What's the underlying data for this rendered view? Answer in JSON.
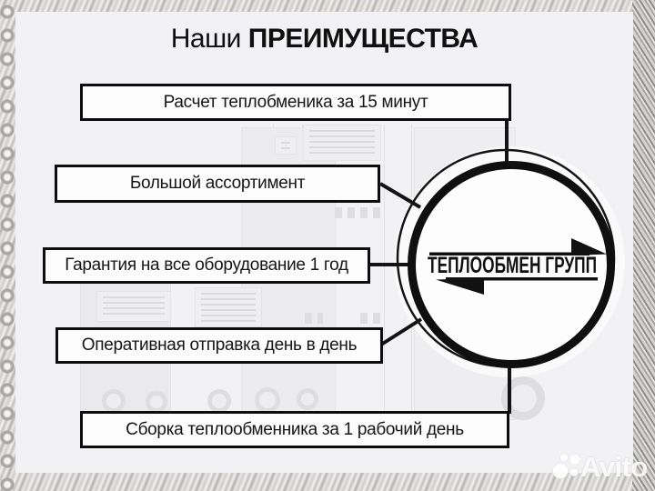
{
  "title": {
    "prefix": "Наши",
    "emphasis": "ПРЕИМУЩЕСТВА"
  },
  "advantages": [
    {
      "label": "Расчет теплобменика за 15 минут"
    },
    {
      "label": "Большой ассортимент"
    },
    {
      "label": "Гарантия на все оборудование 1 год"
    },
    {
      "label": "Оперативная отправка день в день"
    },
    {
      "label": "Сборка теплообменника за 1 рабочий день"
    }
  ],
  "logo": {
    "name": "ТЕПЛООБМЕН ГРУПП",
    "top_icon": "arrow-right-icon",
    "bottom_icon": "arrow-left-icon"
  },
  "watermark": {
    "brand": "Avito"
  },
  "colors": {
    "ink": "#111111",
    "panel": "#f2f2f4",
    "box_fill": "#fcfcfd",
    "metal": "#c9c7c3",
    "watermark": "#ffffff"
  }
}
